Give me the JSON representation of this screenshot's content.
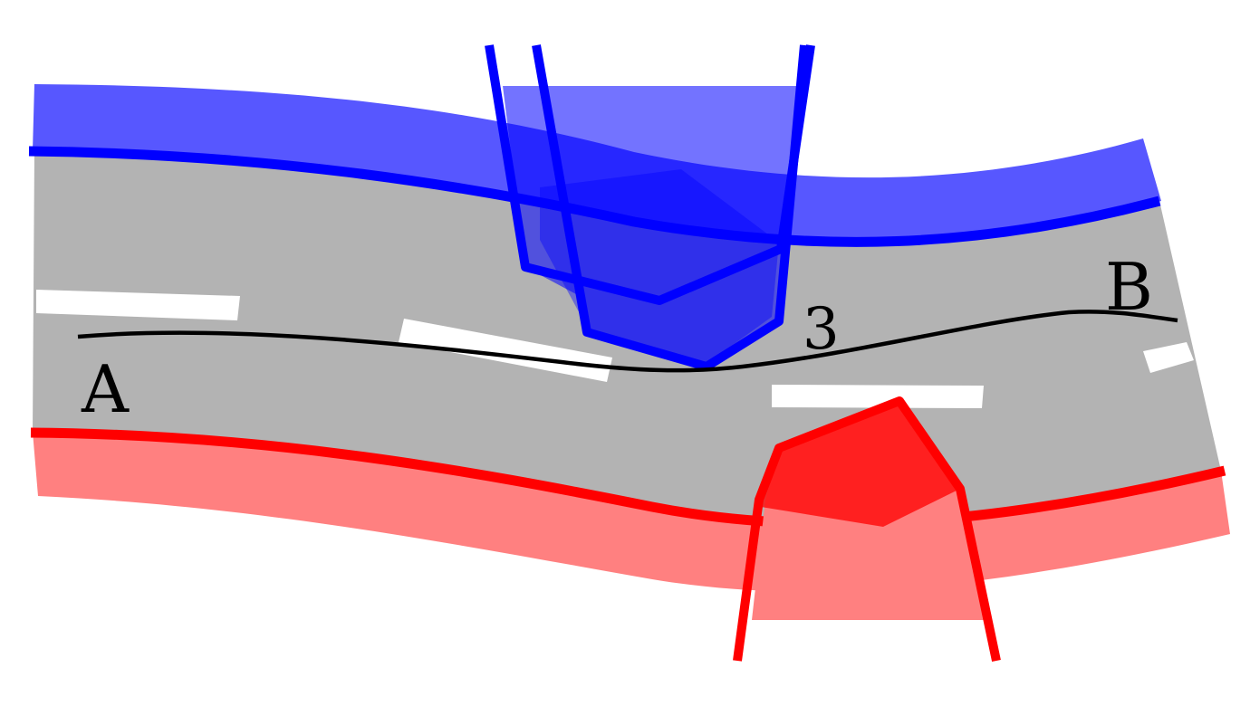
{
  "labels": {
    "start": "A",
    "end": "B",
    "step": "3"
  },
  "colors": {
    "road": "#b3b3b3",
    "lane_marking": "#ffffff",
    "path": "#000000",
    "blue_stroke": "#0000ff",
    "blue_fill": "#5757ff",
    "red_stroke": "#ff0000",
    "red_fill": "#ff8080"
  }
}
